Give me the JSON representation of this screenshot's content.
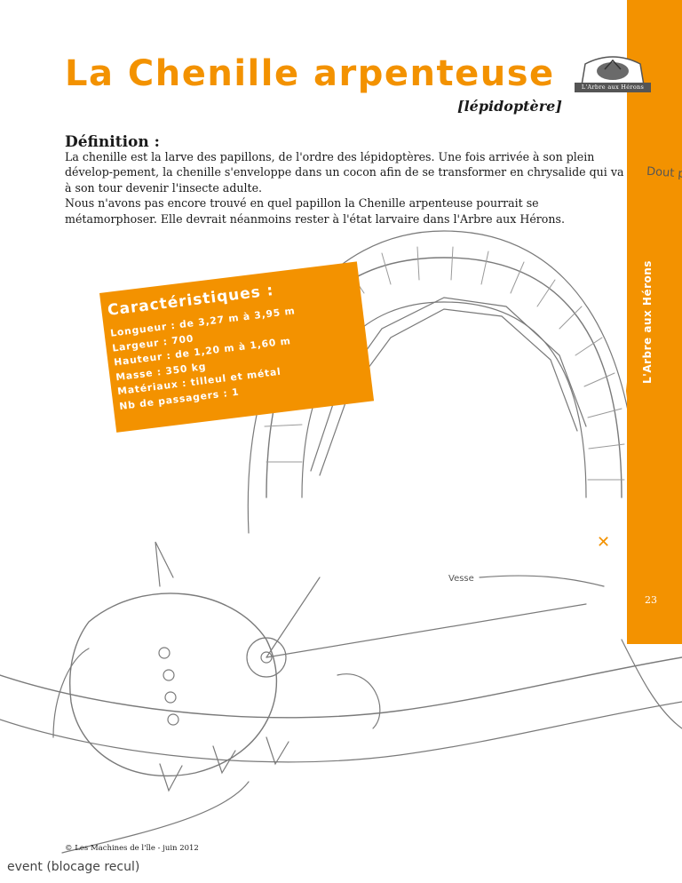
{
  "header": {
    "title": "La Chenille arpenteuse",
    "subtitle": "[lépidoptère]",
    "logo_text": "L'Arbre aux Hérons"
  },
  "definition": {
    "heading": "Définition :",
    "paragraphs": [
      "La chenille est la larve des papillons, de l'ordre des lépidoptères. Une fois arrivée à son plein dévelop-pement, la chenille s'enveloppe dans un cocon afin de se transformer en chrysalide qui va à son tour devenir l'insecte adulte.",
      "Nous n'avons pas encore trouvé en quel papillon la Chenille arpenteuse pourrait se métamorphoser. Elle devrait néanmoins rester à l'état larvaire dans l'Arbre aux Hérons."
    ]
  },
  "specs": {
    "title": "Caractéristiques :",
    "rows": [
      "Longueur : de 3,27 m à 3,95 m",
      "Largeur : 700",
      "Hauteur : de 1,20 m à 1,60 m",
      "Masse : 350 kg",
      "Matériaux : tilleul et métal",
      "Nb de passagers : 1"
    ]
  },
  "sidebar": {
    "label": "L'Arbre aux Hérons",
    "page_number": "23"
  },
  "sketch_notes": {
    "top_right": "Dout pour",
    "middle": "Vesse",
    "bottom": "event (blocage recul)"
  },
  "footer": {
    "copyright": "© Les Machines de l'île - juin 2012"
  },
  "colors": {
    "accent": "#f39200",
    "text": "#1a1a1a"
  }
}
